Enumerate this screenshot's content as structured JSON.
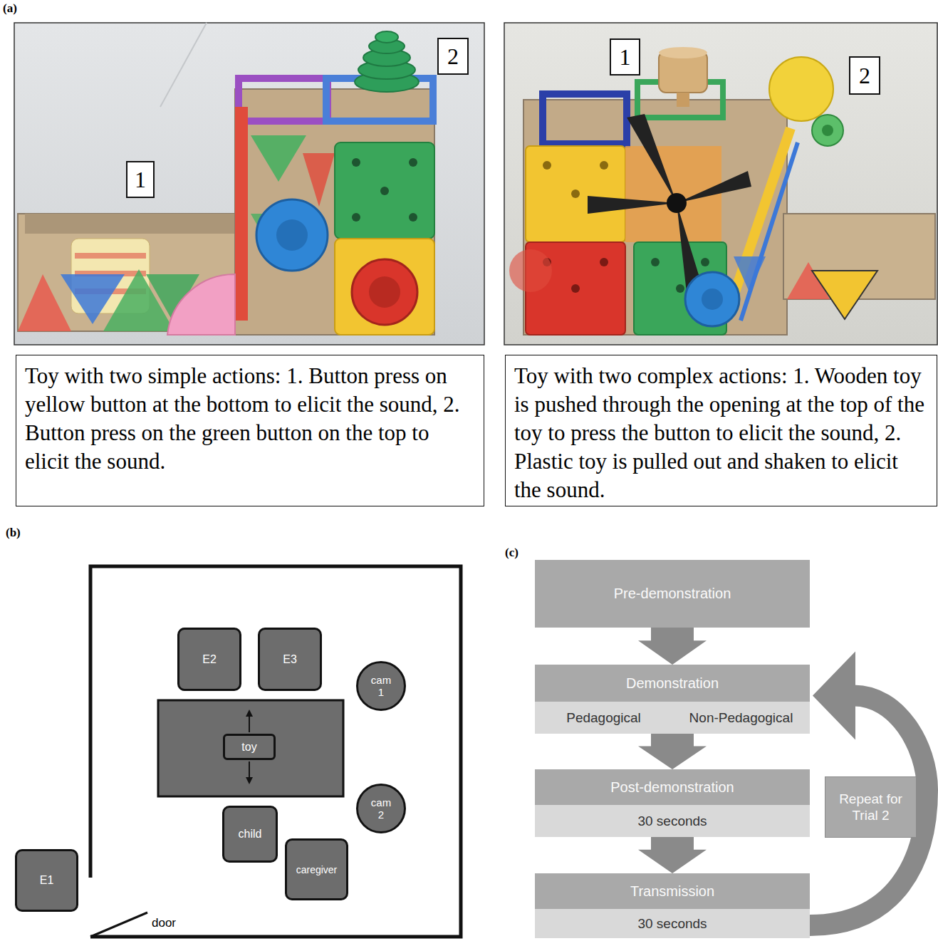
{
  "diagram": {
    "nodes": [
      {
        "text": [
          "1"
        ]
      },
      {
        "text": [
          "2"
        ]
      },
      {
        "text": [
          "1"
        ]
      },
      {
        "text": [
          "2"
        ]
      },
      {
        "text": [
          "Toy with two simple actions: 1. Button press on yellow button at the bottom to elicit the sound, 2. Button press on the green button on the top to elicit the sound."
        ]
      },
      {
        "text": [
          "Toy with two complex actions: 1. Wooden toy is pushed through the opening at the top of the toy to press the button to elicit the sound, 2. Plastic toy is pulled out and shaken to elicit the sound."
        ]
      },
      {
        "text": [
          "E2"
        ]
      },
      {
        "text": [
          "E3"
        ]
      },
      {
        "text": [
          "cam 1"
        ]
      },
      {
        "text": [
          "toy"
        ]
      },
      {
        "text": [
          "cam 2"
        ]
      },
      {
        "text": [
          "child"
        ]
      },
      {
        "text": [
          "caregiver"
        ]
      },
      {
        "text": [
          "E1"
        ]
      },
      {
        "text": [
          "Pre-demonstration"
        ]
      },
      {
        "text": [
          "Demonstration",
          "Pedagogical",
          "Non-Pedagogical"
        ]
      },
      {
        "text": [
          "Post-demonstration",
          "30 seconds"
        ]
      },
      {
        "text": [
          "Repeat for Trial 2"
        ]
      },
      {
        "text": [
          "Transmission",
          "30 seconds"
        ]
      }
    ],
    "edges": [
      {
        "from": 14,
        "to": 15,
        "arrow": "to"
      },
      {
        "from": 15,
        "to": 16,
        "arrow": "to"
      },
      {
        "from": 16,
        "to": 18,
        "arrow": "to"
      },
      {
        "from": 18,
        "to": 15,
        "arrow": "to"
      }
    ],
    "labels": [
      "(a)",
      "(b)",
      "(c)",
      "door"
    ]
  }
}
